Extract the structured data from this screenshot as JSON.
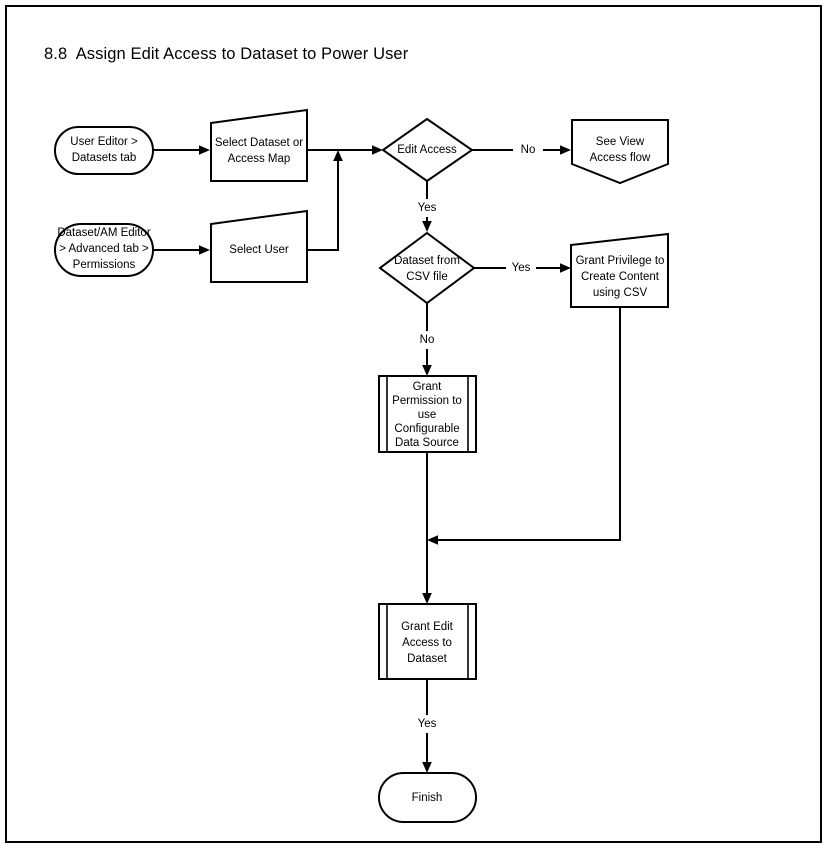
{
  "document": {
    "section_number": "8.8",
    "title": "8.8  Assign Edit Access to Dataset to Power User"
  },
  "diagram": {
    "type": "flowchart",
    "nodes": [
      {
        "id": "start-user-editor",
        "shape": "terminator",
        "lines": [
          "User Editor >",
          "Datasets tab"
        ]
      },
      {
        "id": "select-dataset-or-access-map",
        "shape": "manual-operation",
        "lines": [
          "Select Dataset or",
          "Access Map"
        ]
      },
      {
        "id": "start-dataset-am-editor",
        "shape": "terminator",
        "lines": [
          "Dataset/AM Editor",
          "> Advanced tab >",
          "Permissions"
        ]
      },
      {
        "id": "select-user",
        "shape": "manual-operation",
        "lines": [
          "Select User"
        ]
      },
      {
        "id": "edit-access-decision",
        "shape": "decision",
        "lines": [
          "Edit Access"
        ]
      },
      {
        "id": "see-view-access-flow",
        "shape": "extract-pentagon",
        "lines": [
          "See View",
          "Access flow"
        ]
      },
      {
        "id": "dataset-from-csv-decision",
        "shape": "decision",
        "lines": [
          "Dataset from",
          "CSV file"
        ]
      },
      {
        "id": "grant-privilege-create-content",
        "shape": "manual-operation",
        "lines": [
          "Grant Privilege to",
          "Create Content",
          "using CSV"
        ]
      },
      {
        "id": "grant-permission-configurable-data-source",
        "shape": "predefined-process",
        "lines": [
          "Grant",
          "Permission to",
          "use",
          "Configurable",
          "Data Source"
        ]
      },
      {
        "id": "grant-edit-access-to-dataset",
        "shape": "predefined-process",
        "lines": [
          "Grant Edit",
          "Access to",
          "Dataset"
        ]
      },
      {
        "id": "finish",
        "shape": "terminator",
        "lines": [
          "Finish"
        ]
      }
    ],
    "edge_labels": {
      "edit_access_no": "No",
      "edit_access_yes": "Yes",
      "csv_yes": "Yes",
      "csv_no": "No",
      "finish_yes": "Yes"
    }
  },
  "colors": {
    "stroke": "#000000",
    "fill": "#ffffff",
    "text": "#000000",
    "page_background": "#ffffff"
  }
}
